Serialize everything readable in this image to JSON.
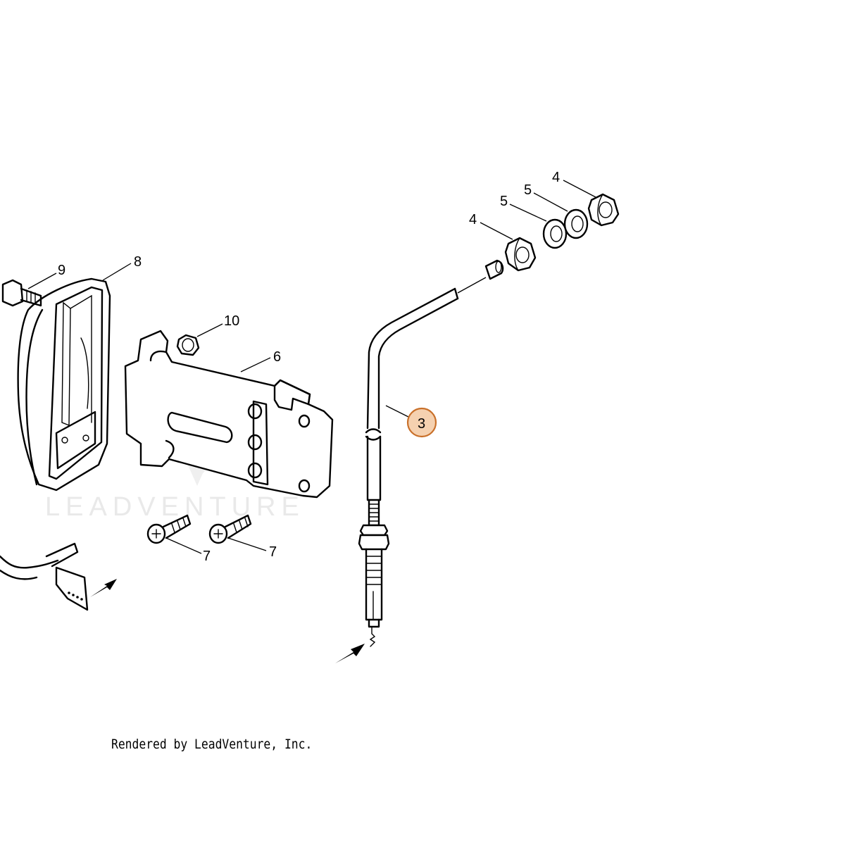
{
  "watermark": "LEADVENTURE",
  "credit": "Rendered by LeadVenture, Inc.",
  "highlight_color": "#f5d1b0",
  "highlight_stroke": "#c9702a",
  "callouts": {
    "c3": "3",
    "c4a": "4",
    "c4b": "4",
    "c5a": "5",
    "c5b": "5",
    "c6": "6",
    "c7a": "7",
    "c7b": "7",
    "c8": "8",
    "c9": "9",
    "c10": "10"
  }
}
